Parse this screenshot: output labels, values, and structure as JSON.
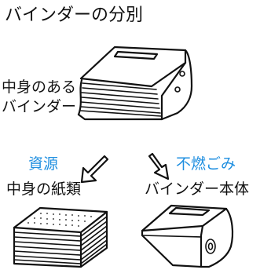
{
  "title": "バインダーの分別",
  "full_binder": {
    "line1": "中身のある",
    "line2": "バインダー"
  },
  "categories": {
    "recycle": {
      "label": "資源",
      "item": "中身の紙類",
      "color": "#1f8fe0"
    },
    "nonburnable": {
      "label": "不燃ごみ",
      "item": "バインダー本体",
      "color": "#1f8fe0"
    }
  },
  "icons": [
    "binder-with-paper-icon",
    "arrow-down-left-icon",
    "arrow-down-right-icon",
    "paper-stack-icon",
    "empty-binder-icon"
  ]
}
